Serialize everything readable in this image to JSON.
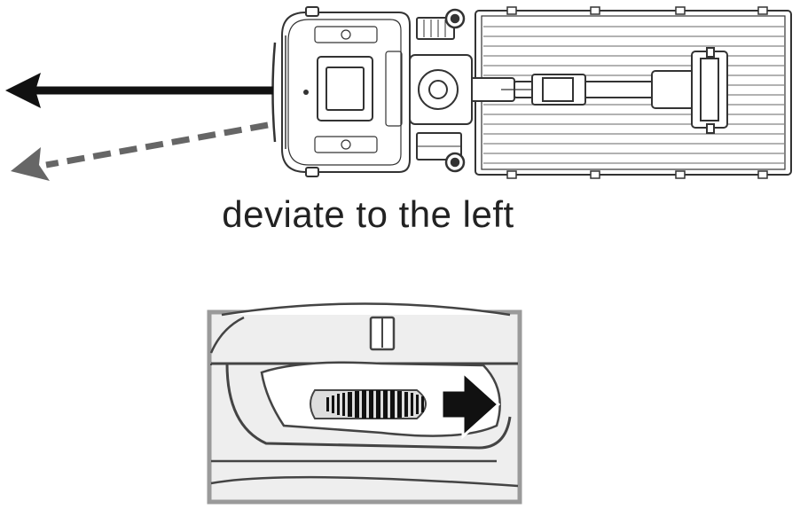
{
  "caption": "deviate to the left",
  "icons": {
    "solid_arrow": "arrow-left-solid",
    "dashed_arrow": "arrow-left-dashed",
    "trim_arrow": "arrow-right-solid"
  },
  "colors": {
    "solid_arrow": "#111111",
    "dashed_arrow": "#666666",
    "outline": "#333333",
    "inset_frame": "#9a9a9a",
    "inset_fill": "#eeeeee"
  }
}
